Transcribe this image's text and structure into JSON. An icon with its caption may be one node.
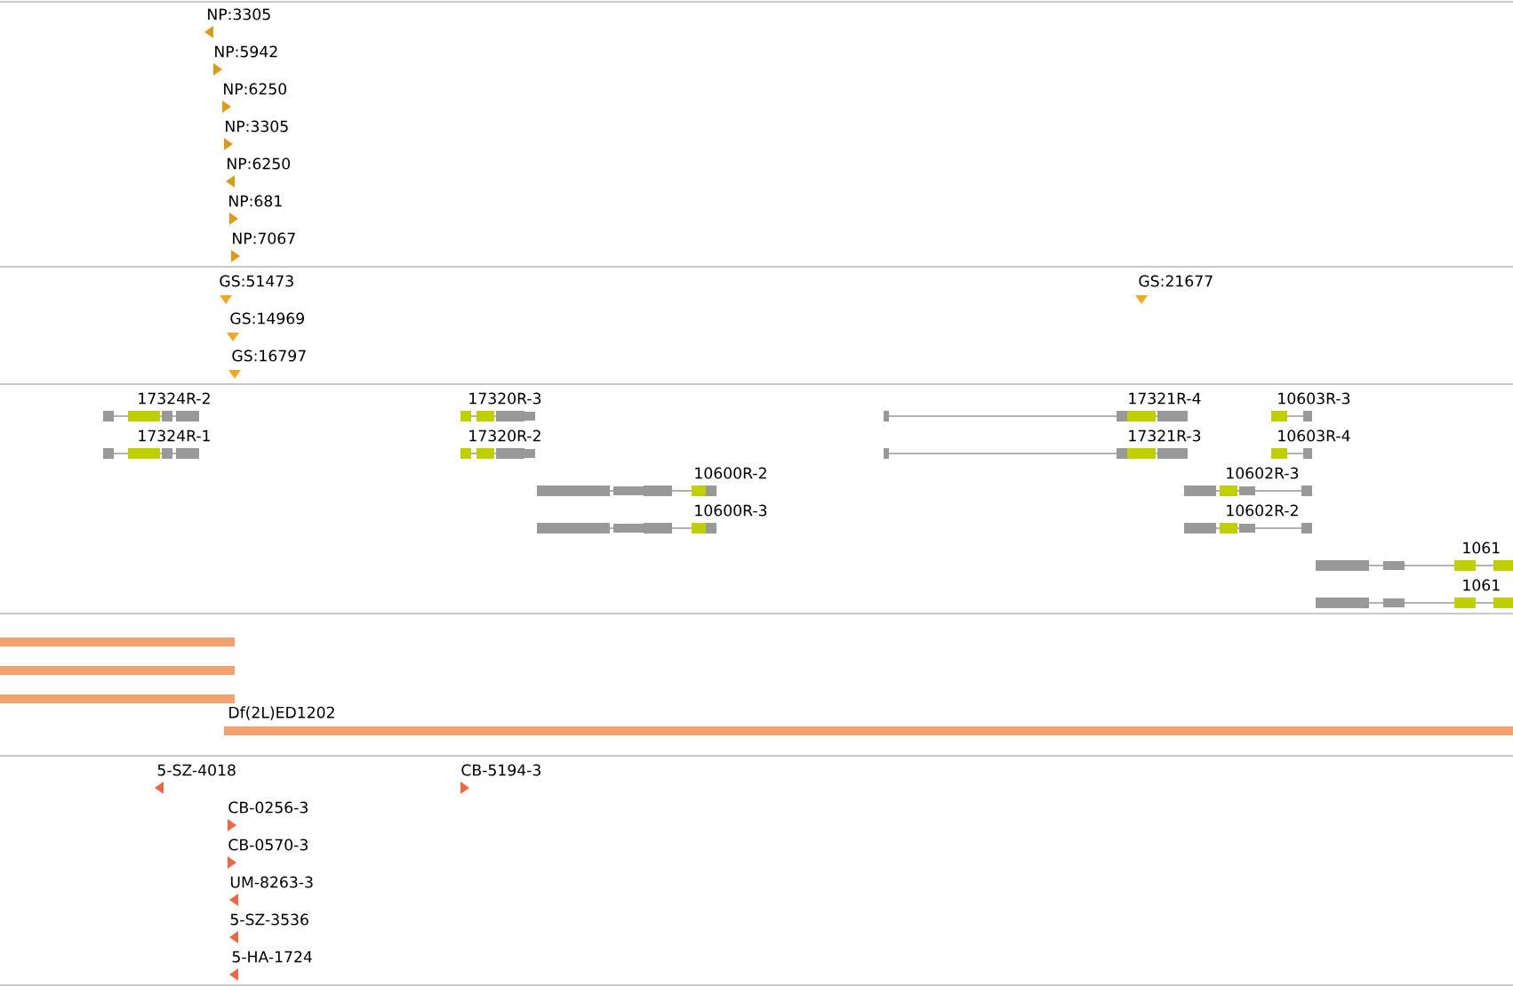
{
  "diagram": {
    "labels": [
      "NP:3305",
      "NP:5942",
      "NP:6250",
      "NP:3305",
      "NP:6250",
      "NP:681",
      "NP:7067",
      "GS:51473",
      "GS:21677",
      "GS:14969",
      "GS:16797",
      "17324R-2",
      "17320R-3",
      "17321R-4",
      "10603R-3",
      "17324R-1",
      "17320R-2",
      "17321R-3",
      "10603R-4",
      "10600R-2",
      "10602R-3",
      "10600R-3",
      "10602R-2",
      "1061",
      "1061",
      "Df(2L)ED1202",
      "5-SZ-4018",
      "CB-5194-3",
      "CB-0256-3",
      "CB-0570-3",
      "UM-8263-3",
      "5-SZ-3536",
      "5-HA-1724"
    ]
  }
}
